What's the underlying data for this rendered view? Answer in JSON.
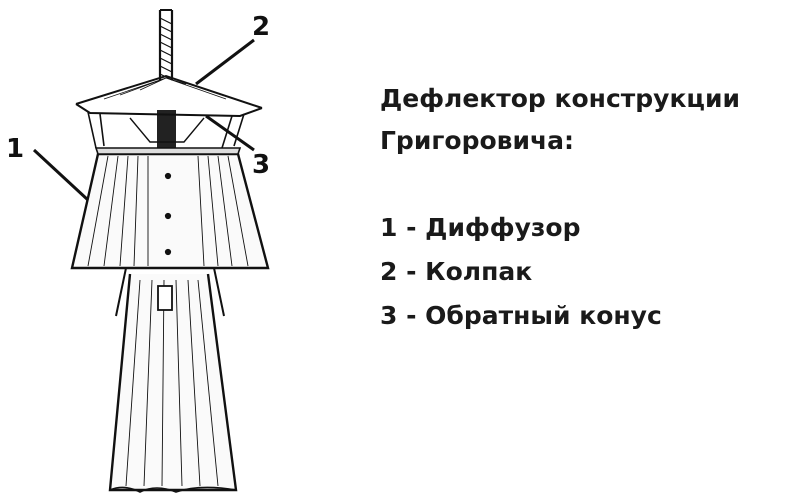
{
  "diagram": {
    "callouts": {
      "c1": "1",
      "c2": "2",
      "c3": "3"
    }
  },
  "text": {
    "title_line1": "Дефлектор конструкции",
    "title_line2": "Григоровича:",
    "legend": [
      "1 - Диффузор",
      "2 - Колпак",
      "3 - Обратный конус"
    ]
  }
}
